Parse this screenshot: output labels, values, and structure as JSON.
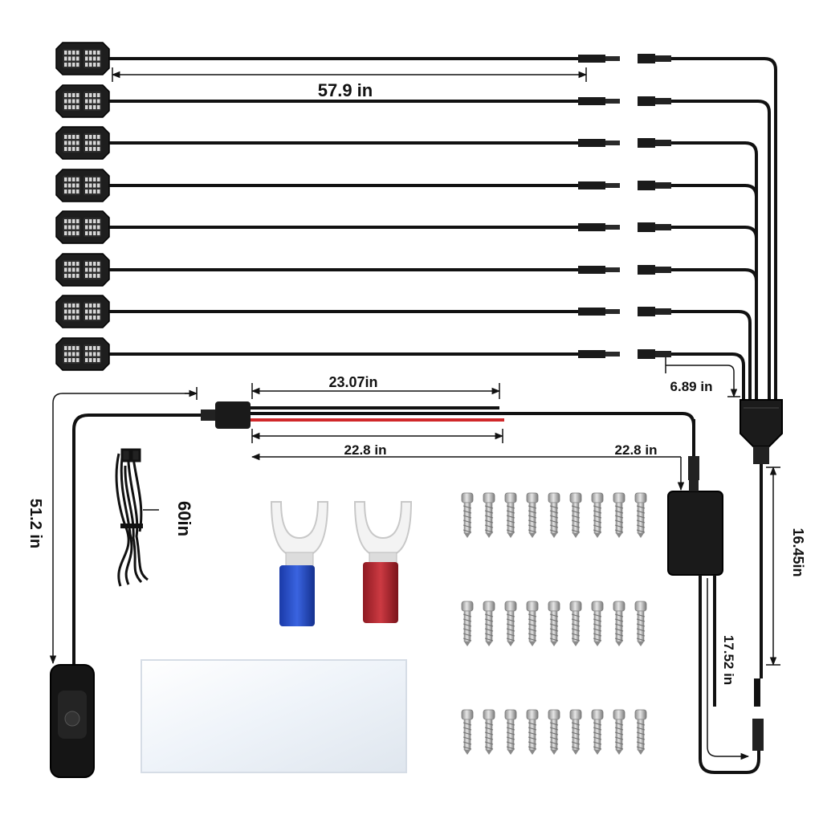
{
  "diagram": {
    "dimensions": {
      "pod_cable": "57.9 in",
      "power_wire": "23.07in",
      "power_wire_red": "22.8 in",
      "controller_lead": "22.8 in",
      "switch_cable": "51.2 in",
      "coiled_cable": "60in",
      "branch_lead": "6.89 in",
      "splitter_trunk": "16.45in",
      "controller_output": "17.52 in"
    },
    "counts": {
      "light_pods": 8,
      "screw_rows": 3,
      "screws_per_row": 9,
      "fork_terminals": 2
    },
    "colors": {
      "cable": "#111111",
      "pod_body": "#1e1e1e",
      "led": "#d8d8d8",
      "red_wire": "#d0282a",
      "terminal_blue": "#1f45c0",
      "terminal_red": "#b0222a",
      "screw": "#bdbdbd",
      "pad": "#eef3f9"
    },
    "icons": [
      "led-pod-icon",
      "splitter-hub-icon",
      "controller-box-icon",
      "inline-switch-icon",
      "fork-terminal-icon",
      "screw-icon",
      "coiled-cable-icon",
      "adhesive-pad-icon"
    ]
  }
}
